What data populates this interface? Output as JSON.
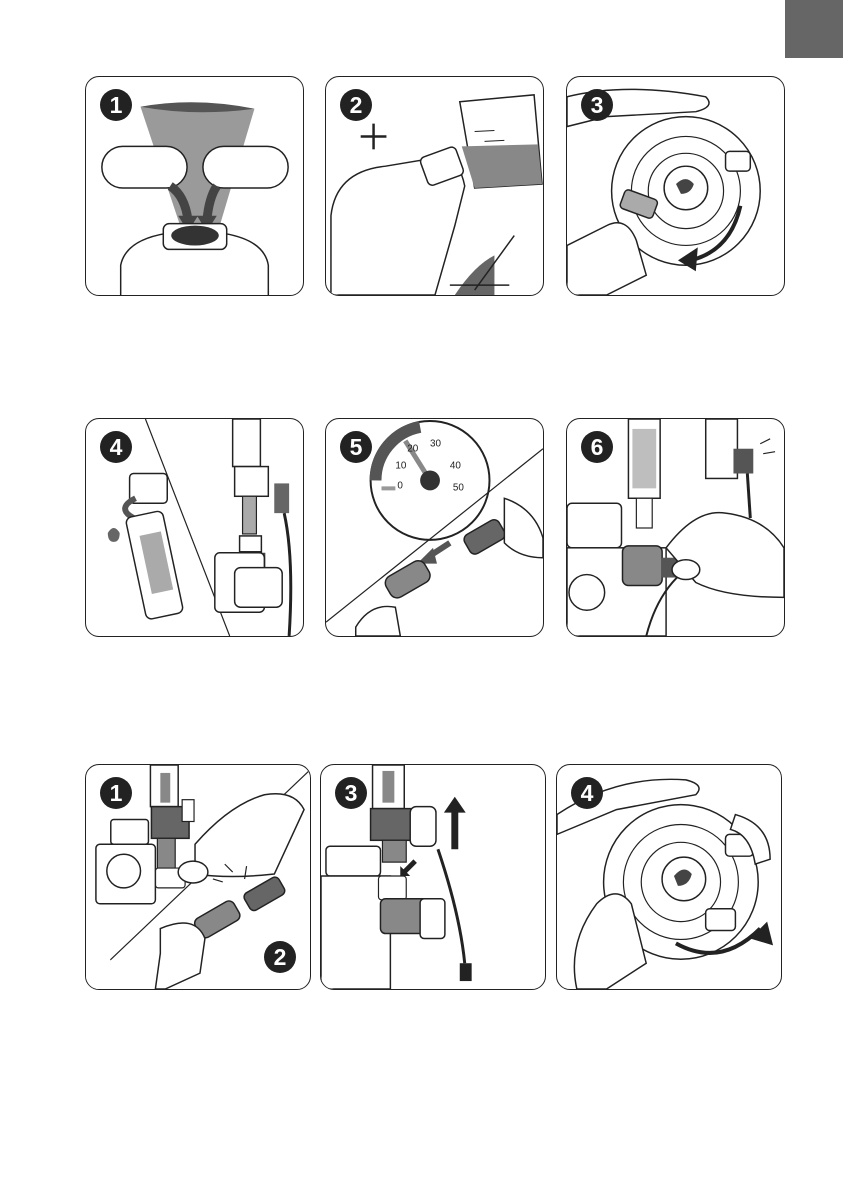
{
  "colors": {
    "corner_tab": "#666666",
    "outline": "#222222",
    "fill_dark": "#444444",
    "fill_mid": "#8a8a8a",
    "fill_light": "#cfcfcf"
  },
  "section_a": {
    "steps": [
      {
        "badge": "1",
        "icon": "pour-into-bottle-icon"
      },
      {
        "badge": "2",
        "icon": "add-liquid-measure-icon"
      },
      {
        "badge": "3",
        "icon": "screw-on-regulator-icon"
      }
    ]
  },
  "section_b": {
    "steps": [
      {
        "badge": "4",
        "icon": "fill-bubble-counter-icon"
      },
      {
        "badge": "5",
        "icon": "pressure-gauge-icon",
        "gauge_ticks": [
          "0",
          "10",
          "20",
          "30",
          "40",
          "50"
        ]
      },
      {
        "badge": "6",
        "icon": "open-valve-icon"
      }
    ]
  },
  "section_c": {
    "steps": [
      {
        "badge": "1",
        "badge_secondary": "2",
        "icon": "close-valve-disconnect-icon"
      },
      {
        "badge": "3",
        "icon": "remove-bubble-counter-icon"
      },
      {
        "badge": "4",
        "icon": "unscrew-regulator-icon"
      }
    ]
  }
}
